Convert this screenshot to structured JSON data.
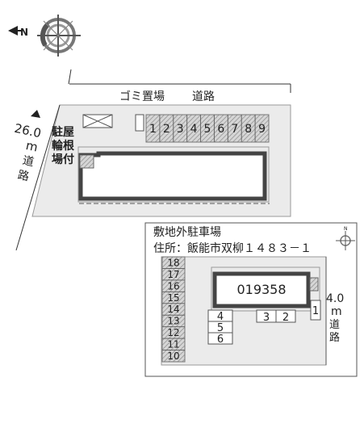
{
  "compass": {
    "symbol": "N",
    "icon": "compass-rose-icon"
  },
  "main_map": {
    "top_road_label": "道路",
    "garbage_label": "ゴミ置場",
    "left_road": {
      "width": "26.0",
      "unit": "m",
      "label": "道路"
    },
    "bike_parking_label": [
      "駐屋",
      "輪根",
      "場付"
    ],
    "parking_numbers": [
      "1",
      "2",
      "3",
      "4",
      "5",
      "6",
      "7",
      "8",
      "9"
    ]
  },
  "inset_map": {
    "title": "敷地外駐車場",
    "address": "住所：飯能市双柳１４８３－１",
    "building_number": "019358",
    "right_road": {
      "width": "4.0",
      "unit": "m",
      "label": "道路"
    },
    "left_column_numbers": [
      "18",
      "17",
      "16",
      "15",
      "14",
      "13",
      "12",
      "11",
      "10"
    ],
    "small_spots": [
      "3",
      "2"
    ],
    "stack_spots": [
      "4",
      "5",
      "6"
    ],
    "right_spot": "1",
    "compass_icon": "mini-compass-icon"
  },
  "colors": {
    "lot": "#ebebeb",
    "building_outline": "#444444",
    "hatch": "#9a9a9a"
  }
}
